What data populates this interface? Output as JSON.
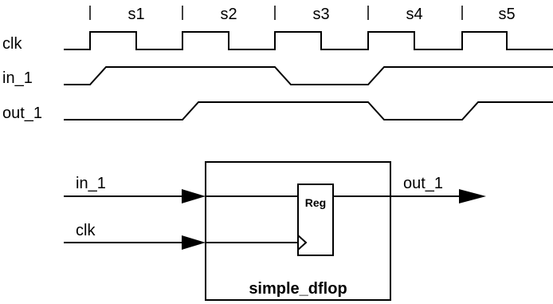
{
  "timing": {
    "slots": [
      "s1",
      "s2",
      "s3",
      "s4",
      "s5"
    ],
    "signals": [
      {
        "name": "clk",
        "levels": [
          0,
          1,
          0,
          1,
          0,
          1,
          0,
          1,
          0,
          1,
          0
        ]
      },
      {
        "name": "in_1",
        "levels": [
          0,
          1,
          1,
          1,
          1,
          0,
          0,
          1,
          1,
          1,
          1
        ]
      },
      {
        "name": "out_1",
        "levels": [
          0,
          0,
          0,
          1,
          1,
          1,
          1,
          0,
          0,
          1,
          1
        ]
      }
    ]
  },
  "schematic": {
    "input_data_label": "in_1",
    "input_clock_label": "clk",
    "output_label": "out_1",
    "register_label": "Reg",
    "module_name": "simple_dflop"
  }
}
